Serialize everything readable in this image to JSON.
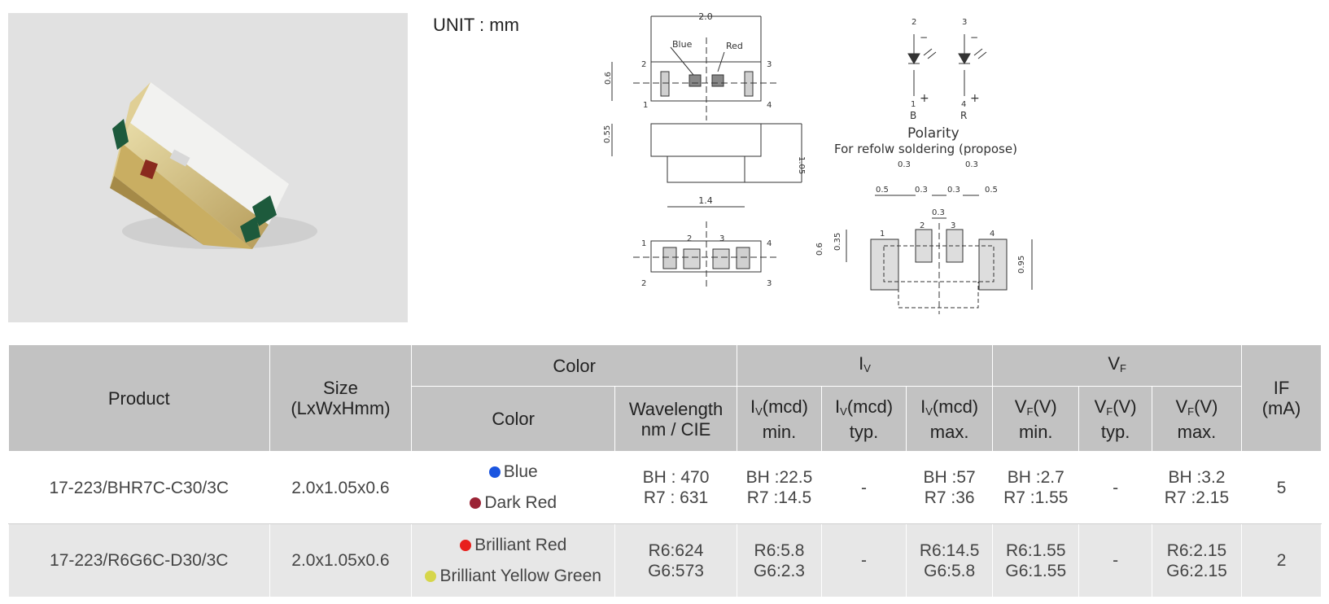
{
  "unit_label": "UNIT : mm",
  "drawing": {
    "dims": {
      "top_width": "2.0",
      "height_06": "0.6",
      "height_055": "0.55",
      "height_105": "1.05",
      "width_14": "1.4",
      "pad_03_a": "0.3",
      "pad_03_b": "0.3",
      "pad_05_a": "0.5",
      "pad_03_c": "0.3",
      "pad_03_d": "0.3",
      "pad_05_b": "0.5",
      "pad_03_e": "0.3",
      "pad_06": "0.6",
      "pad_035": "0.35",
      "pad_095": "0.95"
    },
    "chip_labels": {
      "blue": "Blue",
      "red": "Red"
    },
    "pins": {
      "top": [
        "1",
        "2",
        "3",
        "4"
      ],
      "bottom": [
        "1",
        "2",
        "3",
        "4",
        "2",
        "3"
      ],
      "footprint": [
        "1",
        "2",
        "3",
        "4"
      ]
    },
    "schematic": {
      "pin_b_top": "2",
      "pin_r_top": "3",
      "pin_b_bottom": "1",
      "pin_r_bottom": "4",
      "label_b": "B",
      "label_r": "R",
      "minus": "−",
      "plus": "+"
    },
    "polarity": "Polarity",
    "reflow_note": "For refolw soldering  (propose)"
  },
  "table": {
    "headers": {
      "product": "Product",
      "size_1": "Size",
      "size_2": "(LxWxHmm)",
      "color_group": "Color",
      "iv_group": "I",
      "iv_sub": "V",
      "vf_group": "V",
      "vf_sub": "F",
      "if_1": "IF",
      "if_2": "(mA)",
      "color": "Color",
      "wavelength_1": "Wavelength",
      "wavelength_2": "nm / CIE",
      "iv_unit": "(mcd)",
      "vf_unit": "(V)",
      "min": "min.",
      "typ": "typ.",
      "max": "max."
    },
    "rows": [
      {
        "product": "17-223/BHR7C-C30/3C",
        "size": "2.0x1.05x0.6",
        "colors": [
          {
            "name": "Blue",
            "dot": "#1a55e0"
          },
          {
            "name": "Dark Red",
            "dot": "#9b2335"
          }
        ],
        "wavelength": [
          "BH : 470",
          "R7 : 631"
        ],
        "iv_min": [
          "BH :22.5",
          "R7 :14.5"
        ],
        "iv_typ": "-",
        "iv_max": [
          "BH :57",
          "R7 :36"
        ],
        "vf_min": [
          "BH :2.7",
          "R7 :1.55"
        ],
        "vf_typ": "-",
        "vf_max": [
          "BH :3.2",
          "R7 :2.15"
        ],
        "if": "5"
      },
      {
        "product": "17-223/R6G6C-D30/3C",
        "size": "2.0x1.05x0.6",
        "colors": [
          {
            "name": "Brilliant Red",
            "dot": "#e8201c"
          },
          {
            "name": "Brilliant Yellow Green",
            "dot": "#d6d64a"
          }
        ],
        "wavelength": [
          "R6:624",
          "G6:573"
        ],
        "iv_min": [
          "R6:5.8",
          "G6:2.3"
        ],
        "iv_typ": "-",
        "iv_max": [
          "R6:14.5",
          "G6:5.8"
        ],
        "vf_min": [
          "R6:1.55",
          "G6:1.55"
        ],
        "vf_typ": "-",
        "vf_max": [
          "R6:2.15",
          "G6:2.15"
        ],
        "if": "2"
      }
    ]
  }
}
